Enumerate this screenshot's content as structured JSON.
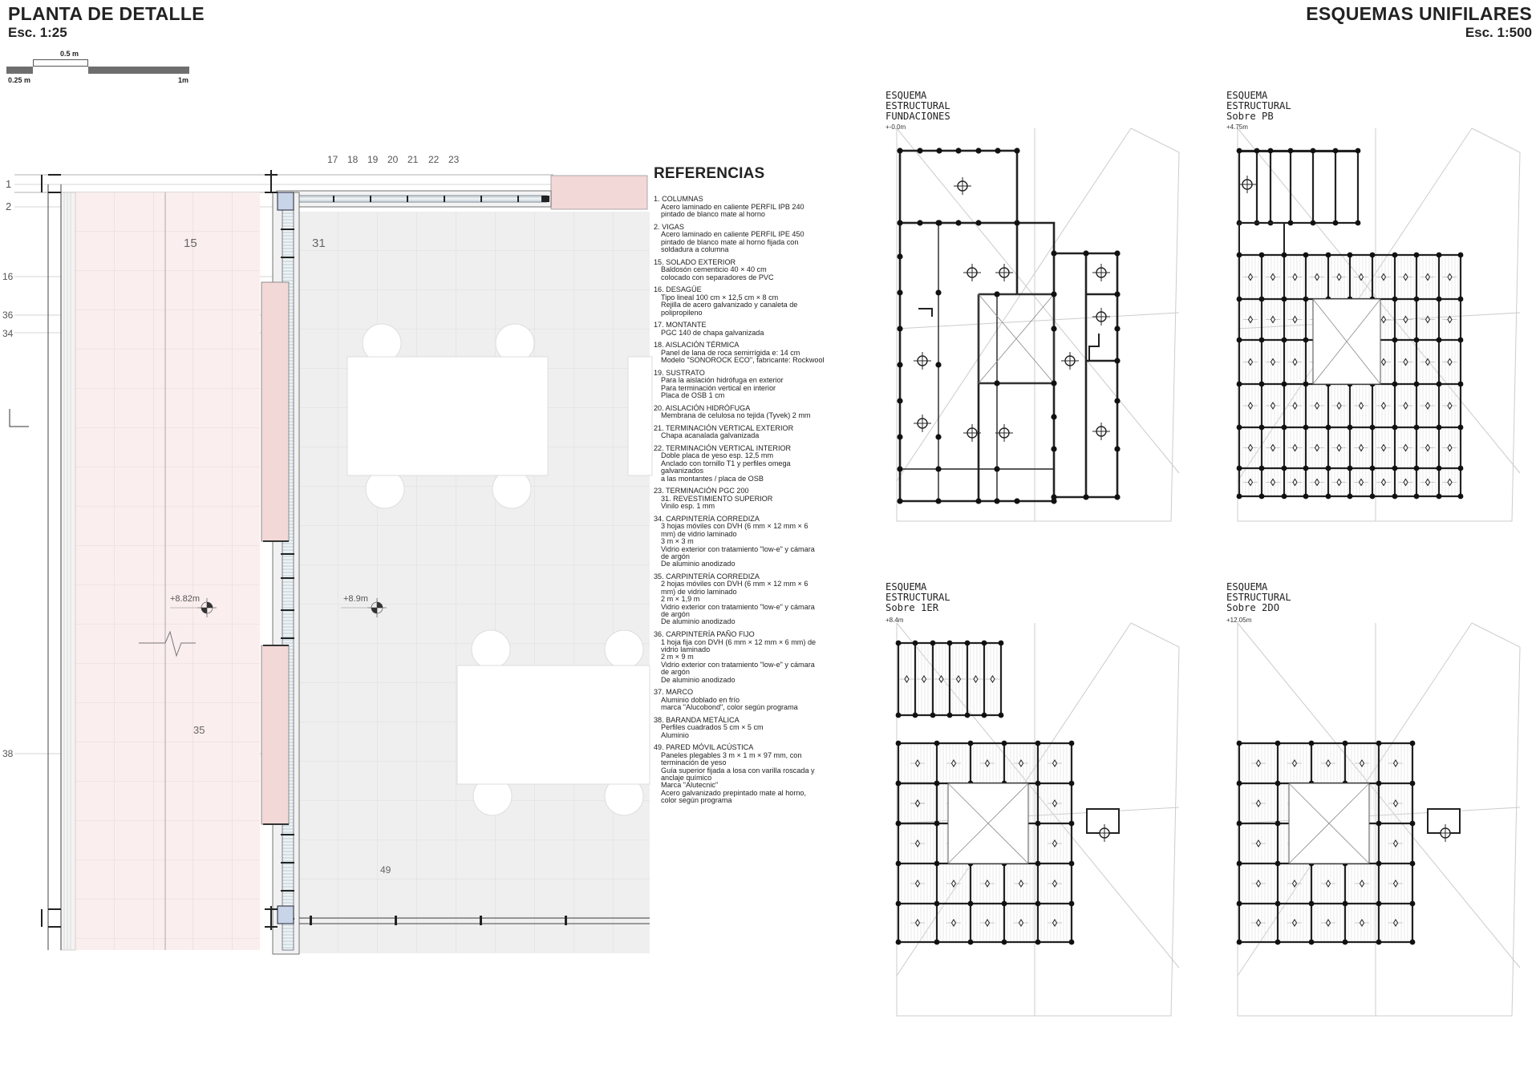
{
  "left_title": "PLANTA DE DETALLE",
  "left_scale": "Esc. 1:25",
  "scale_bar": {
    "label_top": "0.5 m",
    "label_left": "0.25 m",
    "label_right": "1m"
  },
  "right_title": "ESQUEMAS UNIFILARES",
  "right_scale": "Esc. 1:500",
  "detail": {
    "col_numbers": [
      "17",
      "18",
      "19",
      "20",
      "21",
      "22",
      "23"
    ],
    "row_labels": [
      "1",
      "2",
      "16",
      "36",
      "34",
      "38"
    ],
    "zone_labels": {
      "exterior": "15",
      "interior": "31",
      "middle": "35",
      "bottom": "49"
    },
    "levels": {
      "exterior": "+8.82m",
      "interior": "+8.9m"
    }
  },
  "references": {
    "title": "REFERENCIAS",
    "items": [
      {
        "title": "1. COLUMNAS",
        "desc": "Acero laminado en caliente PERFIL IPB 240\npintado de blanco mate al horno"
      },
      {
        "title": "2. VIGAS",
        "desc": "Acero laminado en caliente PERFIL IPE 450\npintado de blanco mate al horno fijada con\nsoldadura a columna"
      },
      {
        "title": "15. SOLADO EXTERIOR",
        "desc": "Baldosón cementicio 40 × 40 cm\ncolocado con separadores de PVC"
      },
      {
        "title": "16. DESAGÜE",
        "desc": "Tipo lineal 100 cm × 12,5 cm × 8 cm\nRejilla de acero galvanizado y canaleta de\npolipropileno"
      },
      {
        "title": "17. MONTANTE",
        "desc": "PGC 140 de chapa galvanizada"
      },
      {
        "title": "18. AISLACIÓN TÉRMICA",
        "desc": "Panel de lana de roca semirrígida e: 14 cm\nModelo \"SONOROCK ECO\", fabricante: Rockwool"
      },
      {
        "title": "19. SUSTRATO",
        "desc": "Para la aislación hidrófuga en exterior\nPara terminación vertical en interior\nPlaca de OSB 1 cm"
      },
      {
        "title": "20. AISLACIÓN HIDRÓFUGA",
        "desc": "Membrana de celulosa no tejida (Tyvek) 2 mm"
      },
      {
        "title": "21. TERMINACIÓN VERTICAL EXTERIOR",
        "desc": "Chapa acanalada galvanizada"
      },
      {
        "title": "22. TERMINACIÓN VERTICAL INTERIOR",
        "desc": "Doble placa de yeso esp. 12,5 mm\nAnclado con tornillo T1 y perfiles omega\ngalvanizados\na las montantes / placa de OSB"
      },
      {
        "title": "23. TERMINACIÓN PGC 200",
        "desc": "31. REVESTIMIENTO SUPERIOR\nVinilo esp. 1 mm"
      },
      {
        "title": "34. CARPINTERÍA CORREDIZA",
        "desc": "3 hojas móviles con DVH (6 mm × 12 mm × 6\nmm) de vidrio laminado\n3 m × 3 m\nVidrio exterior con tratamiento \"low-e\" y cámara\nde argón\nDe aluminio anodizado"
      },
      {
        "title": "35. CARPINTERÍA CORREDIZA",
        "desc": "2 hojas móviles con DVH (6 mm × 12 mm × 6\nmm) de vidrio laminado\n2 m × 1,9 m\nVidrio exterior con tratamiento \"low-e\" y cámara\nde argón\nDe aluminio anodizado"
      },
      {
        "title": "36. CARPINTERÍA PAÑO FIJO",
        "desc": "1 hoja fija con DVH (6 mm × 12 mm × 6 mm) de\nvidrio laminado\n2 m × 9 m\nVidrio exterior con tratamiento \"low-e\" y cámara\nde argón\nDe aluminio anodizado"
      },
      {
        "title": "37. MARCO",
        "desc": "Aluminio doblado en frío\nmarca \"Alucobond\", color según programa"
      },
      {
        "title": "38. BARANDA METÁLICA",
        "desc": "Perfiles cuadrados 5 cm × 5 cm\nAluminio"
      },
      {
        "title": "49. PARED MÓVIL ACÚSTICA",
        "desc": "Paneles plegables 3 m × 1 m × 97 mm, con\nterminación de yeso\nGuía superior fijada a losa con varilla roscada y\nanclaje químico\nMarca \"Alutecnic\"\nAcero galvanizado prepintado mate al horno,\ncolor según programa"
      }
    ]
  },
  "schemes": [
    {
      "label": "ESQUEMA\nESTRUCTURAL\nFUNDACIONES",
      "level": "+-0.0m"
    },
    {
      "label": "ESQUEMA\nESTRUCTURAL\nSobre PB",
      "level": "+4.75m"
    },
    {
      "label": "ESQUEMA\nESTRUCTURAL\nSobre 1ER",
      "level": "+8.4m"
    },
    {
      "label": "ESQUEMA\nESTRUCTURAL\nSobre 2DO",
      "level": "+12.05m"
    }
  ]
}
